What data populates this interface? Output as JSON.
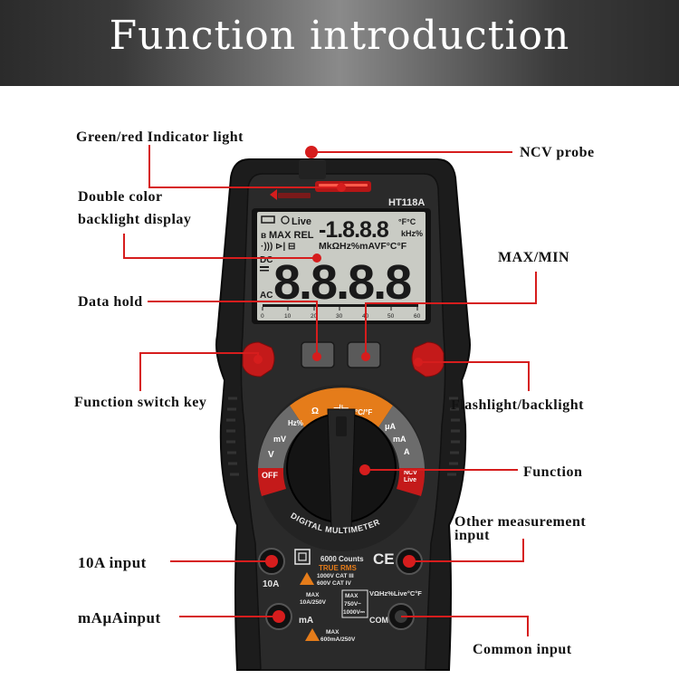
{
  "header": {
    "title": "Function introduction"
  },
  "callouts": {
    "indicator_light": "Green/red Indicator light",
    "double_color_1": "Double color",
    "double_color_2": "backlight display",
    "data_hold": "Data hold",
    "function_switch": "Function switch key",
    "ten_a_input": "10A input",
    "ma_input": "mAμAinput",
    "ncv_probe": "NCV probe",
    "max_min": "MAX/MIN",
    "flashlight": "Flashlight/backlight",
    "function": "Function",
    "other_measurement_1": "Other measurement",
    "other_measurement_2": "input",
    "common_input": "Common input"
  },
  "device": {
    "model": "HT118A",
    "lcd": {
      "live": "Live",
      "top_digits": "-1.8.8.8",
      "unit_temp": "°F°C",
      "max_rel": "MAX REL",
      "unit_khz": "kHz%",
      "row3": "MkΩHz%mAVF°C°F",
      "dc": "DC",
      "ac": "AC",
      "main_digits": "8.8.8.8",
      "scale": [
        "0",
        "10",
        "20",
        "30",
        "40",
        "50",
        "60"
      ]
    },
    "dial": {
      "off": "OFF",
      "ncv": "NCV",
      "live": "Live",
      "hz_v": "Hz%",
      "ohm": "Ω",
      "cap": "⊣⊢",
      "temp": "°C/°F",
      "ua": "μA",
      "ma": "mA",
      "a": "A",
      "mv": "mV",
      "v": "V"
    },
    "label_digital": "DIGITAL MULTIMETER",
    "counts": "6000 Counts",
    "true_rms": "TRUE RMS",
    "cat1": "1000V CAT III",
    "cat2": "600V CAT IV",
    "port_10a": "10A",
    "port_ma": "mA",
    "port_com": "COM",
    "port_v": "VΩHz%Live°C°F",
    "max_10a": "MAX",
    "max_10a_v": "10A/250V",
    "max_v1": "MAX",
    "max_v2": "750V~",
    "max_v3": "1000V⎓",
    "max_ma": "MAX",
    "max_ma_v": "600mA/250V",
    "ce": "CE"
  }
}
